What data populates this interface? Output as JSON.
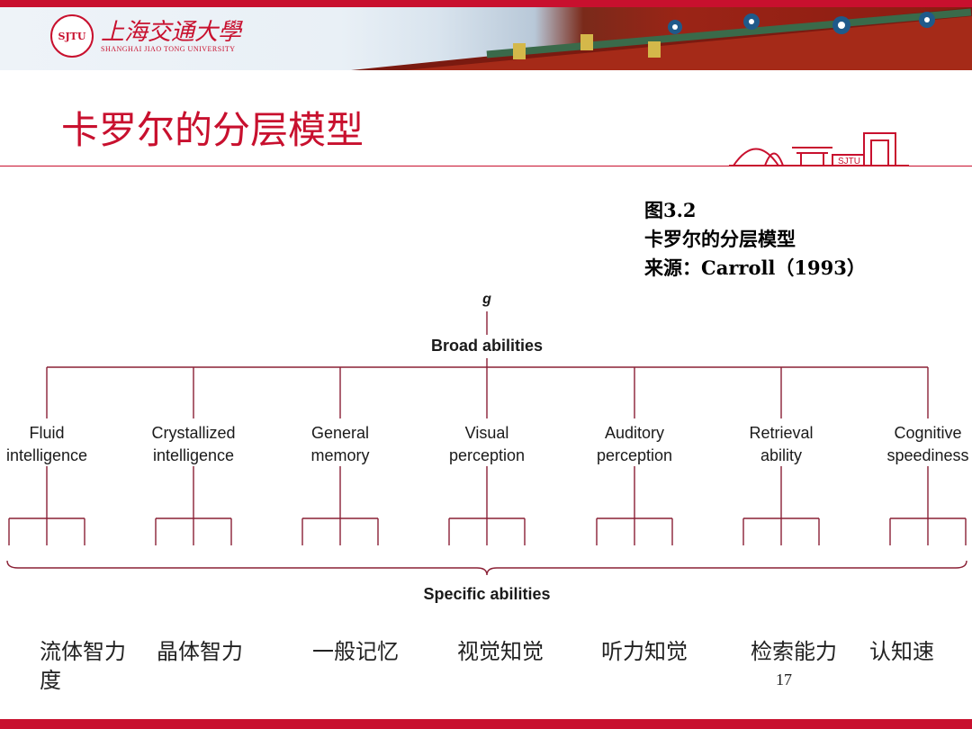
{
  "header": {
    "university_cn": "上海交通大學",
    "university_en": "SHANGHAI JIAO TONG UNIVERSITY",
    "seal_text": "SJTU"
  },
  "slide": {
    "title": "卡罗尔的分层模型",
    "page_number": "17"
  },
  "caption": {
    "figure": "图3.2",
    "name": "卡罗尔的分层模型",
    "source": "来源：Carroll（1993）"
  },
  "diagram": {
    "apex": "g",
    "broad_label": "Broad abilities",
    "specific_label": "Specific abilities",
    "abilities": [
      {
        "line1": "Fluid",
        "line2": "intelligence"
      },
      {
        "line1": "Crystallized",
        "line2": "intelligence"
      },
      {
        "line1": "General",
        "line2": "memory"
      },
      {
        "line1": "Visual",
        "line2": "perception"
      },
      {
        "line1": "Auditory",
        "line2": "perception"
      },
      {
        "line1": "Retrieval",
        "line2": "ability"
      },
      {
        "line1": "Cognitive",
        "line2": "speediness"
      }
    ]
  },
  "cn_labels": [
    "流体智力",
    "晶体智力",
    "一般记忆",
    "视觉知觉",
    "听力知觉",
    "检索能力",
    "认知速",
    "度"
  ],
  "colors": {
    "accent": "#c8102e",
    "line": "#8a2035"
  },
  "icons": {
    "seal": "university-seal-icon",
    "roof": "temple-roof-icon",
    "gate": "campus-gate-icon"
  }
}
